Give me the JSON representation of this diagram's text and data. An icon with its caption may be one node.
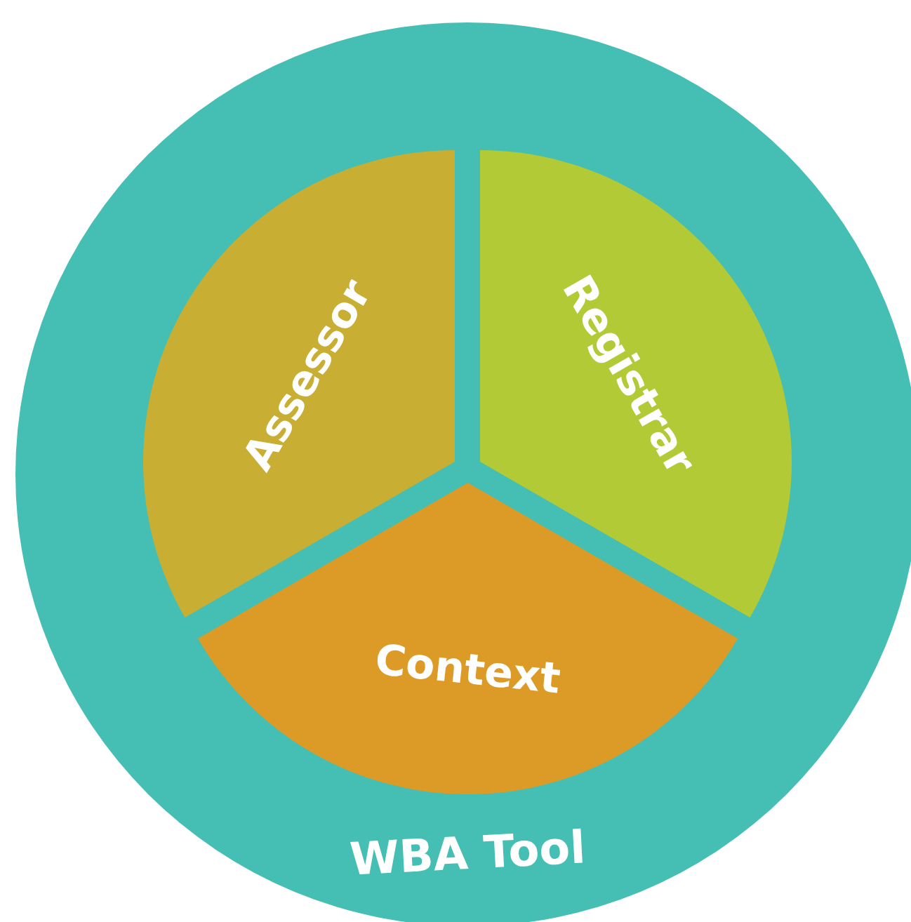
{
  "diagram": {
    "nodes": [
      {
        "text": [
          "WBA Tool"
        ]
      },
      {
        "text": [
          "Assessor"
        ],
        "in": 0
      },
      {
        "text": [
          "Registrar"
        ],
        "in": 0
      },
      {
        "text": [
          "Context"
        ],
        "in": 0
      }
    ],
    "edges": []
  }
}
